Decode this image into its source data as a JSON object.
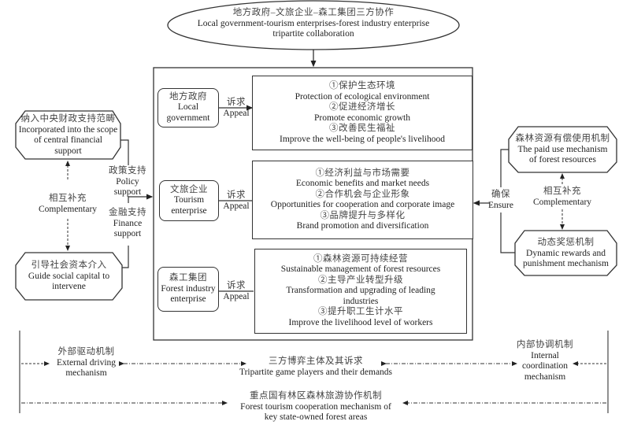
{
  "top": {
    "zh": "地方政府–文旅企业–森工集团三方协作",
    "en1": "Local government-tourism enterprises-forest industry enterprise",
    "en2": "tripartite collaboration"
  },
  "players": [
    {
      "zh": "地方政府",
      "en": [
        "Local",
        "government"
      ],
      "appeal_zh": "诉求",
      "appeal_en": "Appeal",
      "demands": [
        {
          "zh": "①保护生态环境",
          "en": [
            "Protection of ecological environment"
          ]
        },
        {
          "zh": "②促进经济增长",
          "en": [
            "Promote economic growth"
          ]
        },
        {
          "zh": "③改善民生福祉",
          "en": [
            "Improve the well-being of people's livelihood"
          ]
        }
      ]
    },
    {
      "zh": "文旅企业",
      "en": [
        "Tourism",
        "enterprise"
      ],
      "appeal_zh": "诉求",
      "appeal_en": "Appeal",
      "demands": [
        {
          "zh": "①经济利益与市场需要",
          "en": [
            "Economic benefits and market needs"
          ]
        },
        {
          "zh": "②合作机会与企业形象",
          "en": [
            "Opportunities for cooperation and corporate image"
          ]
        },
        {
          "zh": "③品牌提升与多样化",
          "en": [
            "Brand promotion and diversification"
          ]
        }
      ]
    },
    {
      "zh": "森工集团",
      "en": [
        "Forest industry",
        "enterprise"
      ],
      "appeal_zh": "诉求",
      "appeal_en": "Appeal",
      "demands": [
        {
          "zh": "①森林资源可持续经营",
          "en": [
            "Sustainable management of forest resources"
          ]
        },
        {
          "zh": "②主导产业转型升级",
          "en": [
            "Transformation and upgrading of leading",
            "industries"
          ]
        },
        {
          "zh": "③提升职工生计水平",
          "en": [
            "Improve the livelihood level of workers"
          ]
        }
      ]
    }
  ],
  "left": {
    "top_box": {
      "zh": "纳入中央财政支持范畴",
      "en": [
        "Incorporated into the scope",
        "of central financial",
        "support"
      ]
    },
    "bottom_box": {
      "zh": "引导社会资本介入",
      "en": [
        "Guide social capital to",
        "intervene"
      ]
    },
    "complementary": {
      "zh": "相互补充",
      "en": "Complementary"
    },
    "policy": {
      "zh": "政策支持",
      "en": [
        "Policy",
        "support"
      ]
    },
    "finance": {
      "zh": "金融支持",
      "en": [
        "Finance",
        "support"
      ]
    }
  },
  "right": {
    "top_box": {
      "zh": "森林资源有偿使用机制",
      "en": [
        "The paid use mechanism",
        "of forest  resources"
      ]
    },
    "bottom_box": {
      "zh": "动态奖惩机制",
      "en": [
        "Dynamic rewards and",
        "punishment mechanism"
      ]
    },
    "complementary": {
      "zh": "相互补充",
      "en": "Complementary"
    },
    "ensure": {
      "zh": "确保",
      "en": "Ensure"
    }
  },
  "bottom": {
    "external": {
      "zh": "外部驱动机制",
      "en": [
        "External driving",
        "mechanism"
      ]
    },
    "tripartite": {
      "zh": "三方博弈主体及其诉求",
      "en": [
        "Tripartite game players and their demands"
      ]
    },
    "internal": {
      "zh": "内部协调机制",
      "en": [
        "Internal",
        "coordination",
        "mechanism"
      ]
    },
    "overall": {
      "zh": "重点国有林区森林旅游协作机制",
      "en": [
        "Forest tourism cooperation mechanism of",
        "key state-owned forest areas"
      ]
    }
  }
}
